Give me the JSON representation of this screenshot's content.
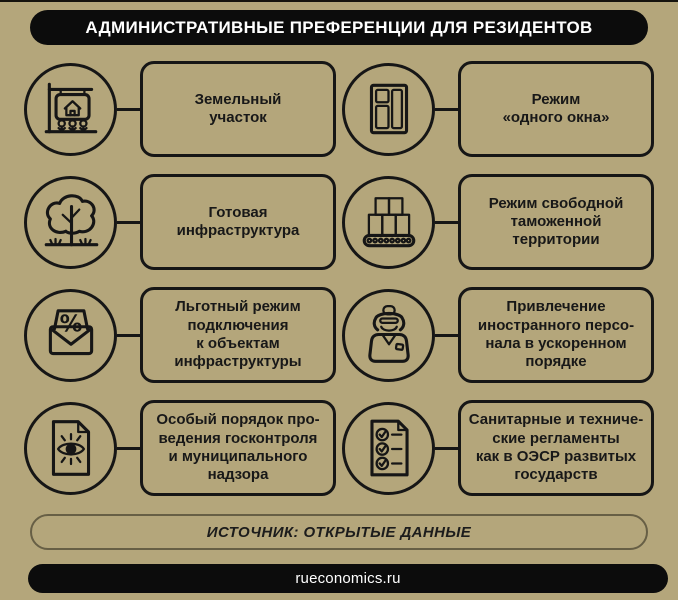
{
  "title": "АДМИНИСТРАТИВНЫЕ ПРЕФЕРЕНЦИИ ДЛЯ РЕЗИДЕНТОВ",
  "items": [
    {
      "icon": "land-plot-sign-icon",
      "label": "Земельный\nучасток"
    },
    {
      "icon": "window-icon",
      "label": "Режим\n«одного окна»"
    },
    {
      "icon": "tree-icon",
      "label": "Готовая\nинфраструктура"
    },
    {
      "icon": "conveyor-boxes-icon",
      "label": "Режим свободной\nтаможенной\nтерритории"
    },
    {
      "icon": "envelope-percent-icon",
      "label": "Льготный режим\nподключения\nк объектам\nинфраструктуры"
    },
    {
      "icon": "person-icon",
      "label": "Привлечение\nиностранного персо-\nнала в ускоренном\nпорядке"
    },
    {
      "icon": "eye-document-icon",
      "label": "Особый порядок про-\nведения госконтроля\nи муниципального\nнадзора"
    },
    {
      "icon": "checklist-icon",
      "label": "Санитарные и техниче-\nские регламенты\nкак в ОЭСР развитых\nгосударств"
    }
  ],
  "glyphs": {
    "percent": "%"
  },
  "source_label": "ИСТОЧНИК: ОТКРЫТЫЕ ДАННЫЕ",
  "footer_label": "rueconomics.ru",
  "colors": {
    "background": "#b4a67b",
    "ink": "#161616",
    "title_background": "#0c0c0c",
    "title_text": "#ffffff"
  }
}
